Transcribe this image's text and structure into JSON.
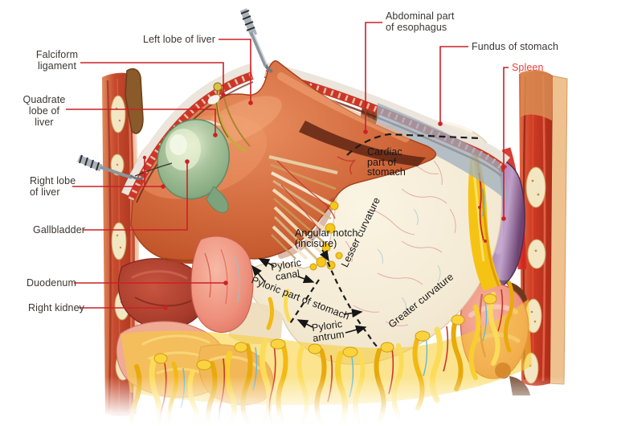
{
  "figure_labels": {
    "left_lobe": {
      "text": "Left lobe of liver"
    },
    "falciform": {
      "line1": "Falciform",
      "line2": "ligament"
    },
    "quadrate": {
      "line1": "Quadrate",
      "line2": "lobe of",
      "line3": "liver"
    },
    "right_lobe": {
      "line1": "Right lobe",
      "line2": "of liver"
    },
    "gallbladder": {
      "text": "Gallbladder"
    },
    "duodenum": {
      "text": "Duodenum"
    },
    "right_kidney": {
      "text": "Right kidney"
    },
    "esophagus": {
      "line1": "Abdominal part",
      "line2": "of esophagus"
    },
    "fundus": {
      "text": "Fundus of stomach"
    },
    "spleen": {
      "text": "Spleen"
    },
    "cardiac": {
      "line1": "Cardiac",
      "line2": "part of",
      "line3": "stomach"
    },
    "angular_notch": {
      "line1": "Angular notch",
      "line2": "(incisure)"
    },
    "lesser_curvature": {
      "text": "Lesser curvature"
    },
    "pyloric_canal": {
      "line1": "Pyloric",
      "line2": "canal"
    },
    "pyloric_part": {
      "text": "Pyloric part of stomach"
    },
    "pyloric_antrum": {
      "line1": "Pyloric",
      "line2": "antrum"
    },
    "greater_curvature": {
      "text": "Greater curvature"
    }
  },
  "colors": {
    "leader_red": "#cb2127",
    "label_dark": "#3c3630",
    "label_black": "#161616",
    "spleen_label_red": "#e8403a"
  }
}
